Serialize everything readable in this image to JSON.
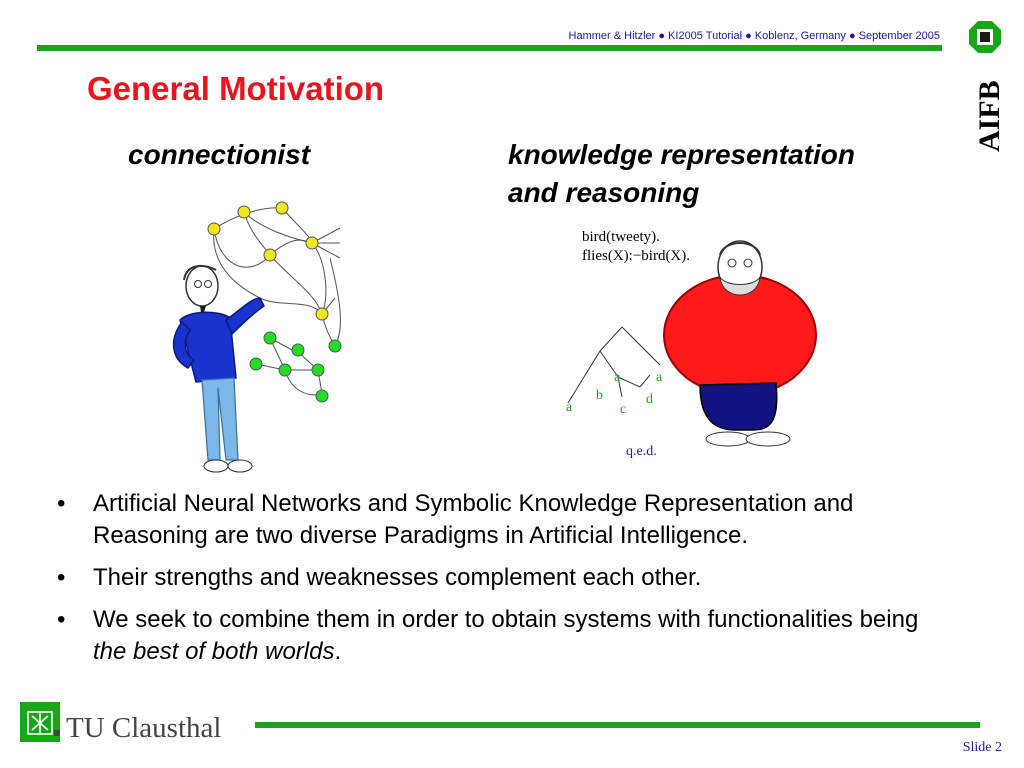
{
  "header": {
    "byline": "Hammer & Hitzler ● KI2005 Tutorial ● Koblenz, Germany ● September 2005"
  },
  "aifb": {
    "logo_text": "AIFB"
  },
  "title": "General Motivation",
  "columns": {
    "left": "connectionist",
    "right_line1": "knowledge representation",
    "right_line2": "and reasoning"
  },
  "logic": {
    "line1": "bird(tweety).",
    "line2": "flies(X):−bird(X).",
    "tree_labels": [
      "a",
      "b",
      "c",
      "a",
      "d",
      "a"
    ],
    "qed": "q.e.d."
  },
  "bullets": [
    {
      "text": "Artificial Neural Networks and Symbolic Knowledge Representation and Reasoning are two diverse Paradigms in Artificial Intelligence."
    },
    {
      "text": "Their strengths and weaknesses complement each other."
    },
    {
      "text_before": "We seek to combine them in order to obtain systems with functionalities being ",
      "emphasis": "the best of both worlds",
      "text_after": "."
    }
  ],
  "bullet_glyph": "•",
  "footer": {
    "university": "TU Clausthal",
    "slide_label": "Slide 2"
  },
  "colors": {
    "accent_green": "#1aa51a",
    "title_red": "#e8141e",
    "header_blue": "#1a1aa0",
    "node_yellow": "#f0e81e",
    "node_green": "#22dd22"
  }
}
